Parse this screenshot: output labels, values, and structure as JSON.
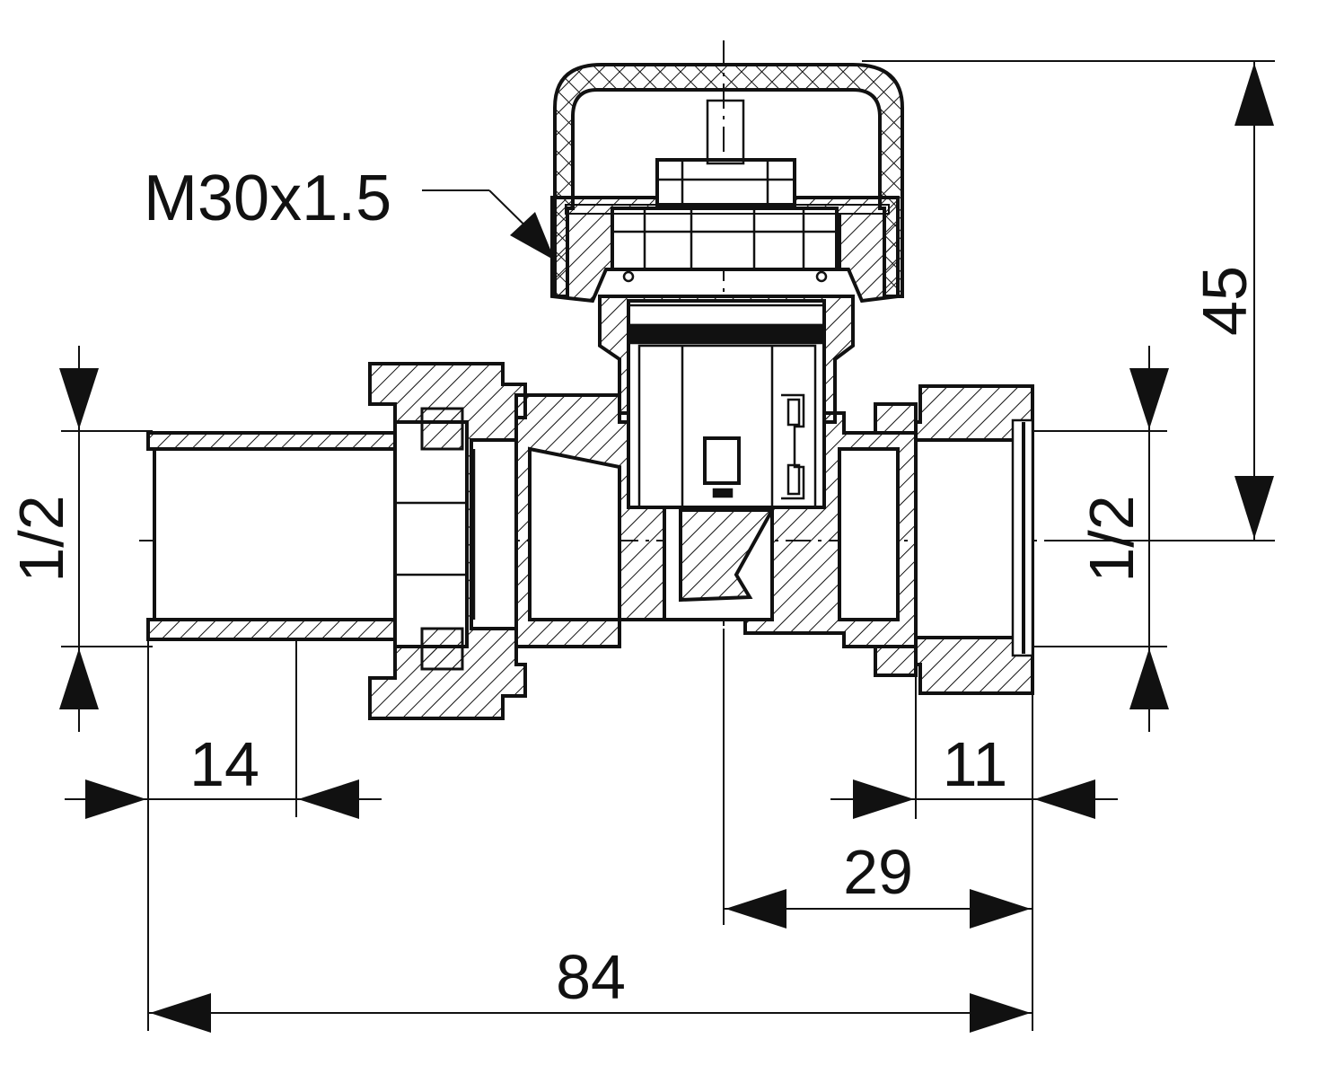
{
  "callout": {
    "label": "M30x1.5"
  },
  "dimensions": {
    "height_total": "45",
    "inlet_thread": "1/2",
    "outlet_thread": "1/2",
    "inlet_thread_length": "14",
    "outlet_thread_length": "11",
    "axis_to_outlet": "29",
    "overall_length": "84"
  },
  "colors": {
    "ink": "#111111",
    "paper": "#ffffff"
  }
}
